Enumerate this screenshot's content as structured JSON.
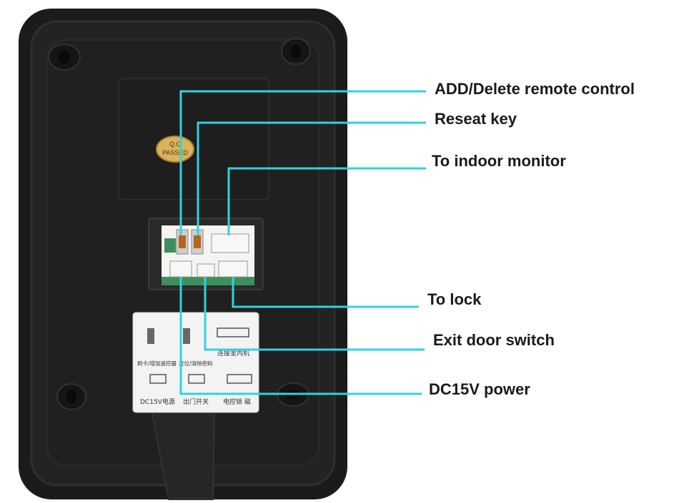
{
  "diagram": {
    "qc_sticker": {
      "line1": "Q.C",
      "line2": "PASSED"
    },
    "callouts": [
      {
        "id": "add-delete-remote-control",
        "label": "ADD/Delete remote control"
      },
      {
        "id": "reseat-key",
        "label": "Reseat key"
      },
      {
        "id": "to-indoor-monitor",
        "label": "To indoor monitor"
      },
      {
        "id": "to-lock",
        "label": "To lock"
      },
      {
        "id": "exit-door-switch",
        "label": "Exit door switch"
      },
      {
        "id": "dc15v-power",
        "label": "DC15V power"
      }
    ],
    "panel_label": {
      "top_left": "刷卡/增加遥控器",
      "top_mid": "复位/清除密码",
      "top_right": "连接室内机",
      "bottom_left": "DC15V电源",
      "bottom_mid": "出门开关",
      "bottom_right": "电控锁 磁"
    },
    "colors": {
      "leader_line": "#2fd3e0",
      "housing": "#1d1d1d",
      "housing_rim": "#2e2e2e",
      "sticker": "#d9b45c"
    }
  }
}
